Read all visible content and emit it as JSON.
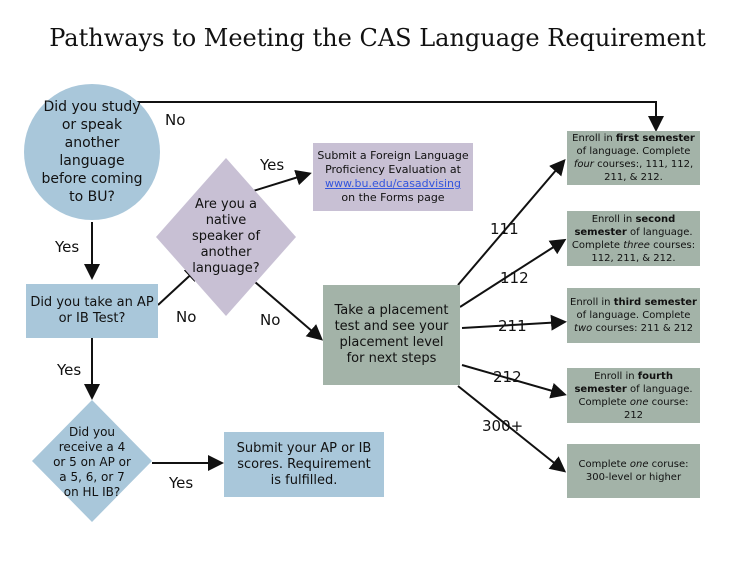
{
  "title": "Pathways to Meeting the CAS Language Requirement",
  "nodes": {
    "q_study": "Did you study or speak another language before coming to BU?",
    "q_ap": "Did you take an AP or IB Test?",
    "q_native": "Are you a native speaker of another language?",
    "q_score": "Did you receive a 4 or 5 on AP or a 5, 6, or 7 on HL IB?",
    "submit_ap": "Submit your AP or IB scores. Requirement is fulfilled.",
    "placement": "Take a placement test and see your placement level for next steps",
    "fl_eval": {
      "pre": "Submit a Foreign Language Proficiency Evaluation at",
      "link": "www.bu.edu/casadvising",
      "post": " on the Forms page"
    }
  },
  "edge_labels": {
    "no1": "No",
    "yes1": "Yes",
    "no2": "No",
    "yes2": "Yes",
    "no3": "No",
    "yes3": "Yes",
    "yes4": "Yes",
    "l111": "111",
    "l112": "112",
    "l211": "211",
    "l212": "212",
    "l300": "300+"
  },
  "results": [
    {
      "a": "Enroll in ",
      "b": "first semester",
      "c": " of language. Complete ",
      "d": "four",
      "e": " courses:, 111, 112, 211, & 212."
    },
    {
      "a": "Enroll in ",
      "b": "second semester",
      "c": " of language. Complete ",
      "d": "three",
      "e": " courses: 112, 211, & 212."
    },
    {
      "a": "Enroll in ",
      "b": "third semester",
      "c": " of language. Complete ",
      "d": "two",
      "e": " courses: 211 & 212"
    },
    {
      "a": "Enroll in ",
      "b": "fourth semester",
      "c": " of language. Complete ",
      "d": "one",
      "e": " course: 212"
    },
    {
      "a": "Complete ",
      "b": "",
      "c": "",
      "d": "one",
      "e": " coruse: 300-level or higher"
    }
  ],
  "colors": {
    "blue": "#a9c7da",
    "purple": "#c8c0d4",
    "green": "#a3b3a8"
  }
}
